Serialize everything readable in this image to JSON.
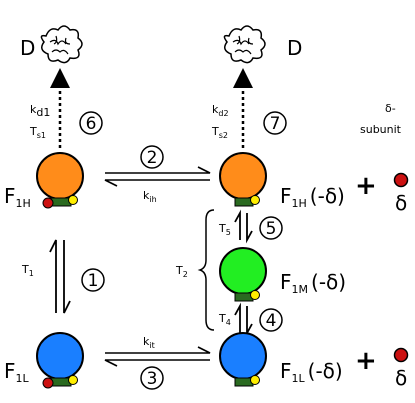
{
  "colors": {
    "orange": "#ff8c1a",
    "green": "#22ee22",
    "blue": "#1a7fff",
    "red": "#cc1111",
    "yellow": "#ffee00",
    "line": "#000000"
  },
  "denatured": {
    "left": "D",
    "right": "D"
  },
  "steps": {
    "s1": "1",
    "s2": "2",
    "s3": "3",
    "s4": "4",
    "s5": "5",
    "s6": "6",
    "s7": "7"
  },
  "rates": {
    "kd1_k": "k",
    "kd1_sub": "d1",
    "ts1_t": "T",
    "ts1_sub": "s1",
    "kd2_k": "k",
    "kd2_sub": "d2",
    "ts2_t": "T",
    "ts2_sub": "s2",
    "kih_k": "k",
    "kih_sub": "ih",
    "kit_k": "k",
    "kit_sub": "it",
    "t1_t": "T",
    "t1_sub": "1",
    "t2_t": "T",
    "t2_sub": "2",
    "t4_t": "T",
    "t4_sub": "4",
    "t5_t": "T",
    "t5_sub": "5"
  },
  "species": {
    "f1h_left": {
      "main": "F",
      "sub": "1H",
      "suffix": ""
    },
    "f1h_right": {
      "main": "F",
      "sub": "1H",
      "suffix": "(-δ)"
    },
    "f1m": {
      "main": "F",
      "sub": "1M",
      "suffix": "(-δ)"
    },
    "f1l_left": {
      "main": "F",
      "sub": "1L",
      "suffix": ""
    },
    "f1l_right": {
      "main": "F",
      "sub": "1L",
      "suffix": "(-δ)"
    }
  },
  "delta_subunit": {
    "line1": "δ-",
    "line2": "subunit"
  },
  "plus": "+",
  "delta": "δ"
}
